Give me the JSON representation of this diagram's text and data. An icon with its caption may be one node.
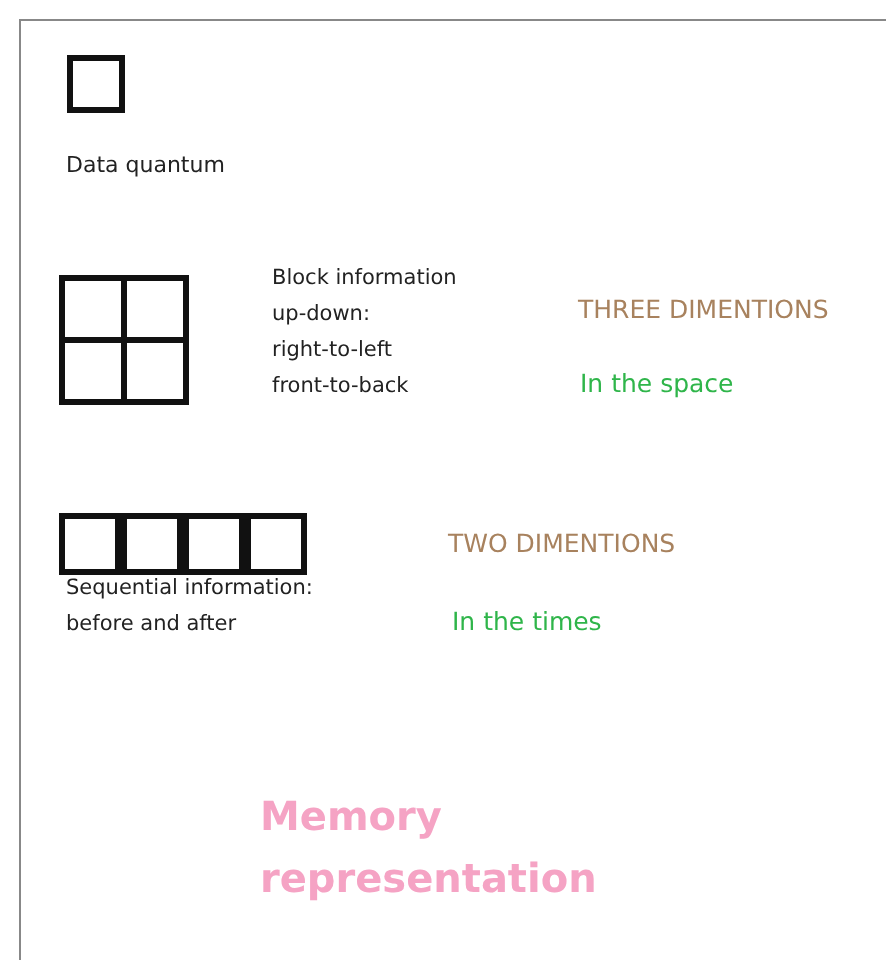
{
  "diagram": {
    "labels": [
      "Data quantum",
      "Block information",
      "up-down:",
      "right-to-left",
      "front-to-back",
      "THREE DIMENTIONS",
      "In the space",
      "TWO DIMENTIONS",
      "In the times",
      "Sequential information:",
      "before and after",
      "Memory",
      "representation"
    ]
  }
}
